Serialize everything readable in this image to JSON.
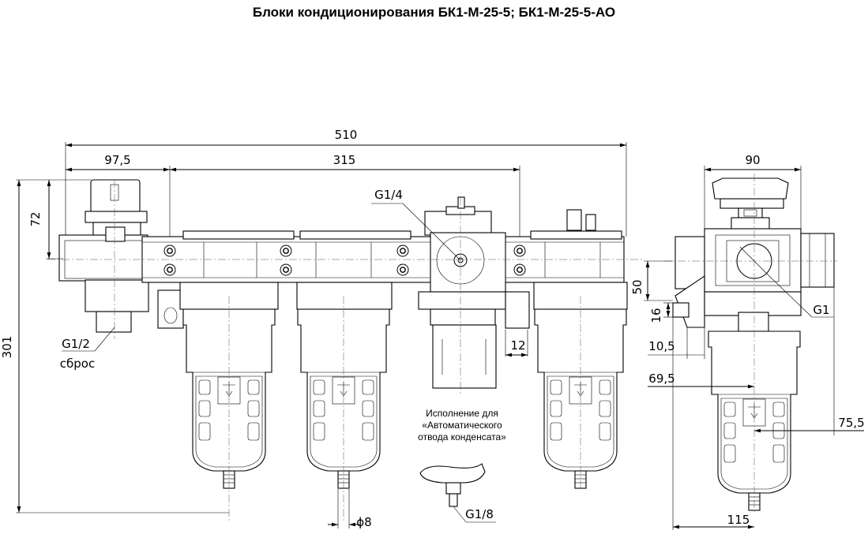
{
  "title": "Блоки кондиционирования БК1-М-25-5; БК1-М-25-5-АО",
  "dimensions": {
    "overall_length": "510",
    "inlet_offset": "97,5",
    "port_spacing": "315",
    "regulator_port": "G1/4",
    "knob_height": "72",
    "total_height": "301",
    "relief_port": "G1/2",
    "relief_label": "сброс",
    "gap": "12",
    "drain_diameter": "ϕ8",
    "auto_drain_port": "G1/8",
    "side_width": "90",
    "side_height": "50",
    "side_16": "16",
    "side_10_5": "10,5",
    "side_69_5": "69,5",
    "side_port": "G1",
    "side_75_5": "75,5",
    "side_base": "115"
  },
  "auto_drain_note": {
    "line1": "Исполнение для",
    "line2": "«Автоматического",
    "line3": "отвода конденсата»"
  }
}
